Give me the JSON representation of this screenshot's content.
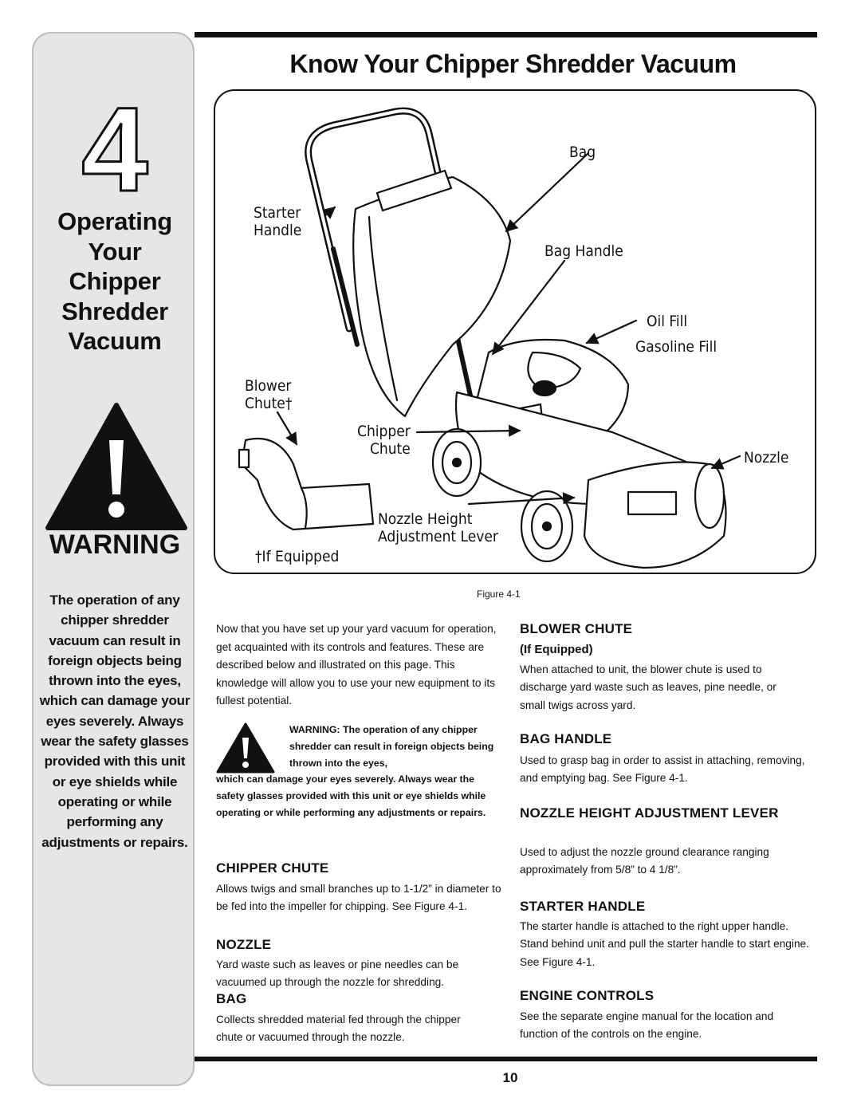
{
  "sidebar": {
    "chapter_number": "4",
    "title_lines": [
      "Operating",
      "Your",
      "Chipper",
      "Shredder",
      "Vacuum"
    ],
    "warning_word": "WARNING",
    "warning_text": "The operation of any chipper shredder vacuum can result in foreign objects being thrown into the eyes, which can damage your eyes severely. Always wear the safety glasses provided with this unit or eye shields while operating or while performing any adjustments or repairs."
  },
  "page": {
    "title": "Know Your Chipper Shredder Vacuum",
    "page_number": "10"
  },
  "figure": {
    "labels": {
      "bag": "Bag",
      "starter_handle": "Starter\nHandle",
      "bag_handle": "Bag Handle",
      "oil_fill": "Oil Fill",
      "gasoline_fill": "Gasoline Fill",
      "blower_chute": "Blower\nChute†",
      "chipper_chute": "Chipper\nChute",
      "nozzle": "Nozzle",
      "nozzle_height": "Nozzle Height\nAdjustment Lever",
      "if_equipped": "†If Equipped"
    },
    "caption": "Figure 4-1"
  },
  "intro": "Now that you have set up your yard vacuum for operation, get acquainted with its controls and features. These are described below and illustrated on this page. This knowledge will allow you to use your new equipment to its fullest potential.",
  "warning_box": {
    "line_a": "WARNING: The operation of any chipper shredder can result in foreign objects being thrown into the eyes,",
    "line_b": "which can damage your eyes severely. Always wear the safety glasses provided with this unit or eye shields while operating or while performing any adjustments or repairs."
  },
  "sections": {
    "chipper_chute": {
      "heading": "CHIPPER CHUTE",
      "body": "Allows twigs and small branches up to 1-1/2” in diameter to be fed into the impeller for chipping. See Figure 4-1."
    },
    "nozzle": {
      "heading": "NOZZLE",
      "body": "Yard waste such as leaves or pine needles can be vacuumed up through the nozzle for shredding."
    },
    "bag": {
      "heading": "BAG",
      "body": "Collects shredded material fed through the chipper chute or vacuumed through the nozzle."
    },
    "blower_chute": {
      "heading": "BLOWER CHUTE",
      "subheading": "(If Equipped)",
      "body": "When attached to unit, the blower chute is used to discharge yard waste such as leaves, pine needle, or small twigs across yard."
    },
    "bag_handle": {
      "heading": "BAG HANDLE",
      "body": "Used to grasp bag in order to assist in attaching, removing, and emptying bag. See Figure 4-1."
    },
    "nozzle_height": {
      "heading": "NOZZLE HEIGHT ADJUSTMENT LEVER",
      "body": "Used to adjust the nozzle ground clearance ranging approximately from 5/8” to 4 1/8”."
    },
    "starter_handle": {
      "heading": "STARTER HANDLE",
      "body": "The starter handle is attached to the right upper handle. Stand behind unit and pull the starter handle to start engine. See Figure 4-1."
    },
    "engine_controls": {
      "heading": "ENGINE CONTROLS",
      "body": "See the separate engine manual for the location and function of the controls on the engine."
    }
  }
}
